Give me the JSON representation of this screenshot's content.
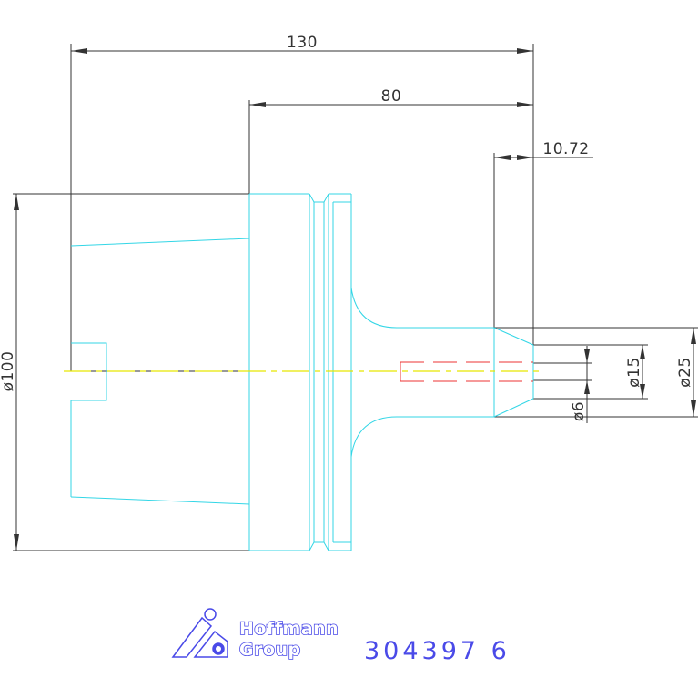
{
  "dimensions": {
    "overall_length": "130",
    "shank_length": "80",
    "tip_length": "10.72",
    "diameter_main": "ø100",
    "diameter_tip": "ø25",
    "diameter_bore": "ø15",
    "diameter_hole": "ø6"
  },
  "logo": {
    "line1": "Hoffmann",
    "line2": "Group"
  },
  "part_number": "304397 6",
  "colors": {
    "dimension": "#333333",
    "outline": "#33d6e6",
    "centerline": "#e6e600",
    "hidden": "#ee3333",
    "logo": "#4a4ae8"
  }
}
